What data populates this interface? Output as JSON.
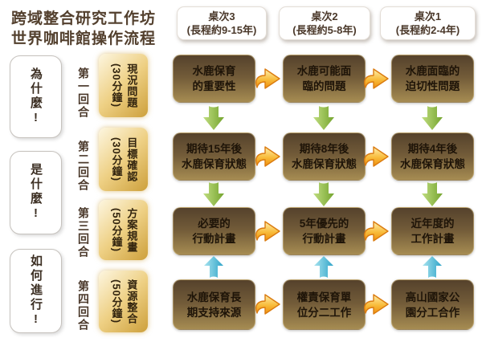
{
  "title": "跨域整合研究工作坊\n世界咖啡館操作流程",
  "columns": [
    {
      "title": "桌次3",
      "subtitle": "(長程約9-15年)"
    },
    {
      "title": "桌次2",
      "subtitle": "(長程約5-8年)"
    },
    {
      "title": "桌次1",
      "subtitle": "(長程約2-4年)"
    }
  ],
  "questions": [
    "為什麼!",
    "是什麼!",
    "如何進行!"
  ],
  "rounds": [
    {
      "label": "第一回合",
      "stage": "現況問題\n(30分鐘)"
    },
    {
      "label": "第二回合",
      "stage": "目標確認\n(30分鐘)"
    },
    {
      "label": "第三回合",
      "stage": "方案規畫\n(50分鐘)"
    },
    {
      "label": "第四回合",
      "stage": "資源整合\n(50分鐘)"
    }
  ],
  "cells": [
    [
      "水鹿保育\n的重要性",
      "水鹿可能面\n臨的問題",
      "水鹿面臨的\n迫切性問題"
    ],
    [
      "期待15年後\n水鹿保育狀態",
      "期待8年後\n水鹿保育狀態",
      "期待4年後\n水鹿保育狀態"
    ],
    [
      "必要的\n行動計畫",
      "5年優先的\n行動計畫",
      "近年度的\n工作計畫"
    ],
    [
      "水鹿保育長\n期支持來源",
      "權責保育單\n位分二工作",
      "高山國家公\n園分工合作"
    ]
  ],
  "icons": {
    "right_arrow": "gold-right-arrow",
    "down_arrow": "green-down-arrow",
    "up_arrow": "blue-up-arrow"
  },
  "colors": {
    "title_text": "#53402e",
    "cell_gradient_top": "#55422c",
    "cell_gradient_bottom": "#a68c52",
    "cell_text": "#1e1408",
    "pill_gold_light": "#fdf6e0",
    "pill_gold_dark": "#cda03c",
    "arrow_gold": "#f5a623",
    "arrow_green": "#8ab93f",
    "arrow_blue": "#35a9cb"
  }
}
